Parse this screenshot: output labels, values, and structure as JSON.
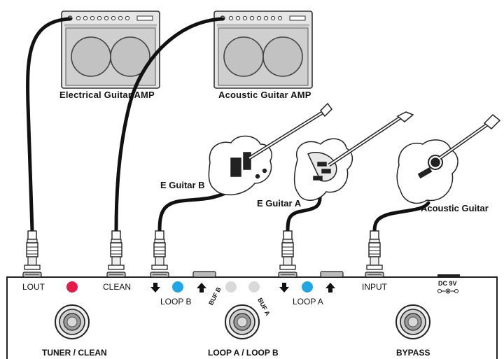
{
  "amps": {
    "electrical": "Electrical Guitar AMP",
    "acoustic": "Acoustic Guitar AMP"
  },
  "guitars": {
    "e_guitar_b": "E Guitar B",
    "e_guitar_a": "E Guitar A",
    "acoustic": "Acoustic  Guitar"
  },
  "pedal": {
    "lout": "LOUT",
    "clean": "CLEAN",
    "loop_b": "LOOP B",
    "loop_a": "LOOP A",
    "buf_b": "BUF B",
    "buf_a": "BUF A",
    "input": "INPUT",
    "dc": "DC 9V",
    "footswitch_left": "TUNER / CLEAN",
    "footswitch_mid": "LOOP A / LOOP B",
    "footswitch_right": "BYPASS"
  },
  "colors": {
    "led_red": "#e8194a",
    "led_blue": "#1ea7e6",
    "led_grey": "#d9d9d9"
  },
  "icons": [
    "send-arrow-down-icon",
    "return-arrow-up-icon",
    "footswitch-icon",
    "dc-polarity-icon"
  ]
}
